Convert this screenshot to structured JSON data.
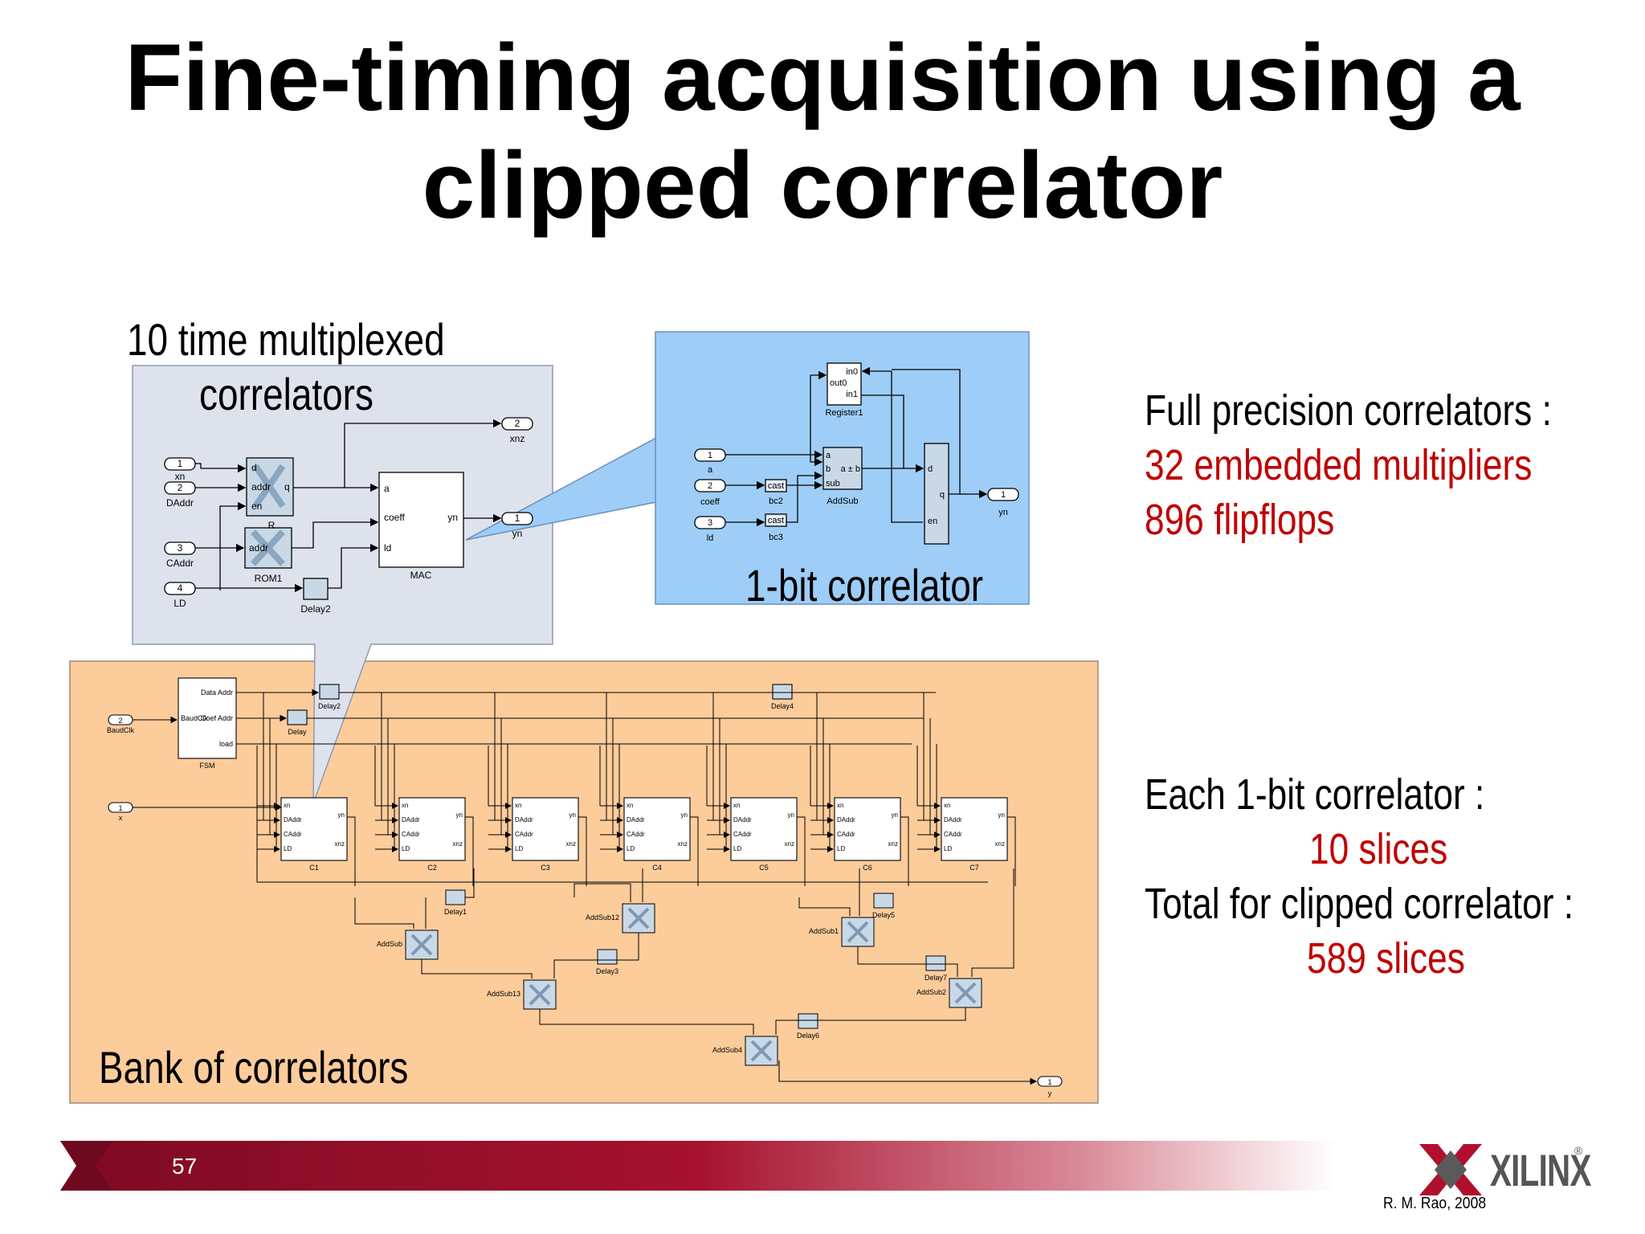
{
  "slide": {
    "title_line1": "Fine-timing acquisition using a",
    "title_line2": "clipped correlator",
    "page_number": "57",
    "author_credit": "R. M. Rao, 2008",
    "logo_text": "XILINX"
  },
  "callouts": {
    "multiplexed_line1": "10 time multiplexed",
    "multiplexed_line2": "correlators",
    "one_bit": "1-bit correlator",
    "bank": "Bank of correlators"
  },
  "stats": {
    "full_precision_label": "Full precision correlators :",
    "multipliers": "32 embedded multipliers",
    "flipflops": "896 flipflops",
    "each_label": "Each 1-bit correlator :",
    "each_value": "10 slices",
    "total_label": "Total for clipped correlator :",
    "total_value": "589 slices"
  },
  "mux_diagram": {
    "ports": [
      "1",
      "2",
      "3",
      "4"
    ],
    "port_names": [
      "xn",
      "DAddr",
      "CAddr",
      "LD"
    ],
    "out_ports": [
      {
        "num": "2",
        "name": "xnz"
      },
      {
        "num": "1",
        "name": "yn"
      }
    ],
    "ram_ports": [
      "d",
      "addr",
      "q",
      "en"
    ],
    "ram_name": "R",
    "rom_port": "addr",
    "rom_name": "ROM1",
    "delay_name": "Delay2",
    "mac_ports": [
      "a",
      "coeff",
      "yn",
      "ld"
    ],
    "mac_name": "MAC"
  },
  "onebit_diagram": {
    "inputs": [
      {
        "num": "1",
        "name": "a"
      },
      {
        "num": "2",
        "name": "coeff"
      },
      {
        "num": "3",
        "name": "ld"
      }
    ],
    "register_ports": [
      "in0",
      "out0",
      "in1"
    ],
    "register_name": "Register1",
    "cast_label": "cast",
    "cast_names": [
      "bc2",
      "bc3"
    ],
    "addsub_ports": [
      "a",
      "b",
      "a ± b",
      "sub"
    ],
    "addsub_name": "AddSub",
    "delay_ports": [
      "d",
      "q",
      "en"
    ],
    "output": {
      "num": "1",
      "name": "yn"
    }
  },
  "bank_diagram": {
    "inputs": [
      {
        "num": "2",
        "name": "BaudClk"
      },
      {
        "num": "1",
        "name": "x"
      }
    ],
    "fsm_ports": [
      "Data Addr",
      "BaudClk",
      "Coef Addr",
      "load"
    ],
    "fsm_name": "FSM",
    "top_delays": [
      "Delay2",
      "Delay",
      "Delay4"
    ],
    "corr_ports": [
      "xn",
      "DAddr",
      "CAddr",
      "LD",
      "yn",
      "xnz"
    ],
    "correlators": [
      "C1",
      "C2",
      "C3",
      "C4",
      "C5",
      "C6",
      "C7"
    ],
    "adders": [
      "AddSub",
      "AddSub12",
      "AddSub1",
      "AddSub13",
      "AddSub2",
      "AddSub4"
    ],
    "adder_delays": [
      "Delay1",
      "Delay3",
      "Delay5",
      "Delay7",
      "Delay6"
    ],
    "output": {
      "num": "1",
      "name": "y"
    }
  },
  "colors": {
    "mux_panel": "#dde2ec",
    "onebit_panel": "#9ecdf7",
    "bank_panel": "#fdcc9b",
    "accent_red": "#c00000",
    "footer_band": "#8b0a26"
  }
}
